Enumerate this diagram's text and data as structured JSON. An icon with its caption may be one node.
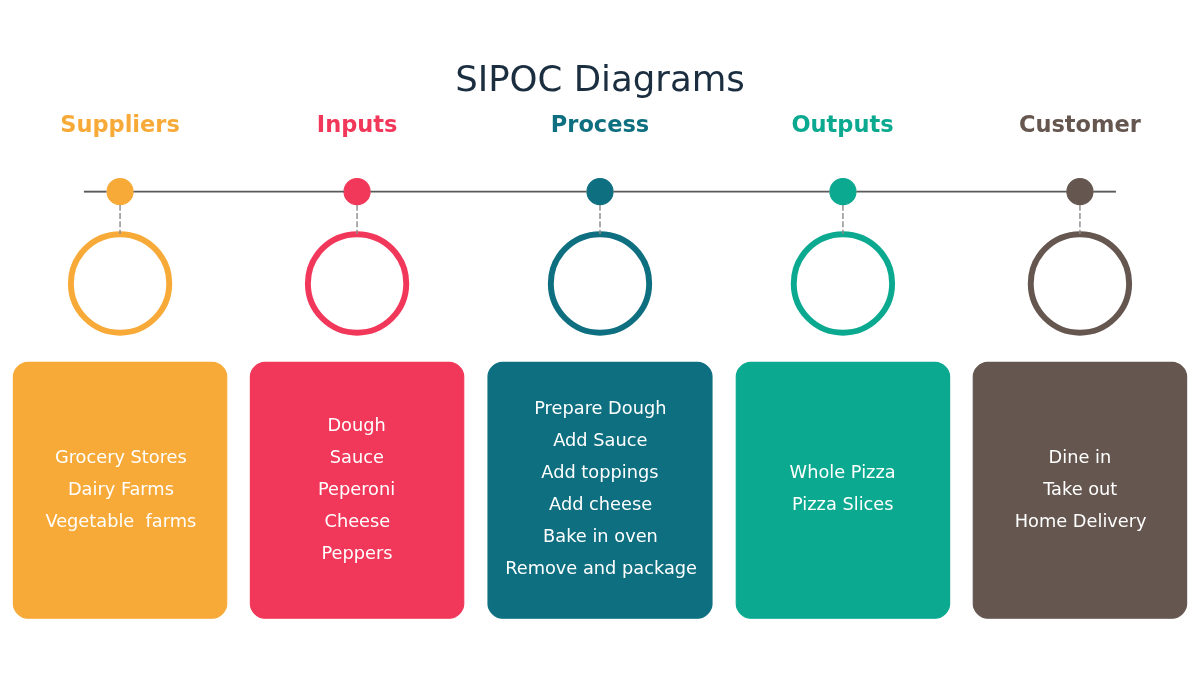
{
  "diagram": {
    "title": "SIPOC Diagrams",
    "nodes": [
      {
        "text": [],
        "shape": "circle",
        "beside": [
          "Suppliers"
        ]
      },
      {
        "text": [],
        "shape": "circle",
        "beside": [
          "Inputs"
        ]
      },
      {
        "text": [],
        "shape": "circle",
        "beside": [
          "Process"
        ]
      },
      {
        "text": [],
        "shape": "circle",
        "beside": [
          "Outputs"
        ]
      },
      {
        "text": [],
        "shape": "circle",
        "beside": [
          "Customer"
        ]
      },
      {
        "text": [],
        "shape": "circle"
      },
      {
        "text": [],
        "shape": "circle"
      },
      {
        "text": [],
        "shape": "circle"
      },
      {
        "text": [],
        "shape": "circle"
      },
      {
        "text": [],
        "shape": "circle"
      },
      {
        "text": [
          "Grocery Stores",
          "Dairy Farms",
          "Vegetable  farms"
        ]
      },
      {
        "text": [
          "Dough",
          "Sauce",
          "Peperoni",
          "Cheese",
          "Peppers"
        ]
      },
      {
        "text": [
          "Prepare Dough",
          "Add Sauce",
          "Add toppings",
          "Add cheese",
          "Bake in oven",
          "Remove and package"
        ]
      },
      {
        "text": [
          "Whole Pizza",
          "Pizza Slices"
        ]
      },
      {
        "text": [
          "Dine in",
          "Take out",
          "Home Delivery"
        ]
      }
    ],
    "edges": [
      {
        "from": null,
        "to": 0,
        "arrow": "none"
      },
      {
        "from": 0,
        "to": 1,
        "arrow": "none"
      },
      {
        "from": 1,
        "to": 2,
        "arrow": "none"
      },
      {
        "from": 2,
        "to": 3,
        "arrow": "none"
      },
      {
        "from": 3,
        "to": 4,
        "arrow": "none"
      },
      {
        "from": 4,
        "to": null,
        "arrow": "none"
      },
      {
        "from": 0,
        "to": 5,
        "arrow": "none",
        "style": "dashed",
        "color": "#8c8c8c"
      },
      {
        "from": 1,
        "to": 6,
        "arrow": "none",
        "style": "dashed",
        "color": "#8c8c8c"
      },
      {
        "from": 2,
        "to": 7,
        "arrow": "none",
        "style": "dashed",
        "color": "#8c8c8c"
      },
      {
        "from": 3,
        "to": 8,
        "arrow": "none",
        "style": "dashed",
        "color": "#8c8c8c"
      },
      {
        "from": 4,
        "to": 9,
        "arrow": "none",
        "style": "dashed",
        "color": "#8c8c8c"
      }
    ]
  }
}
